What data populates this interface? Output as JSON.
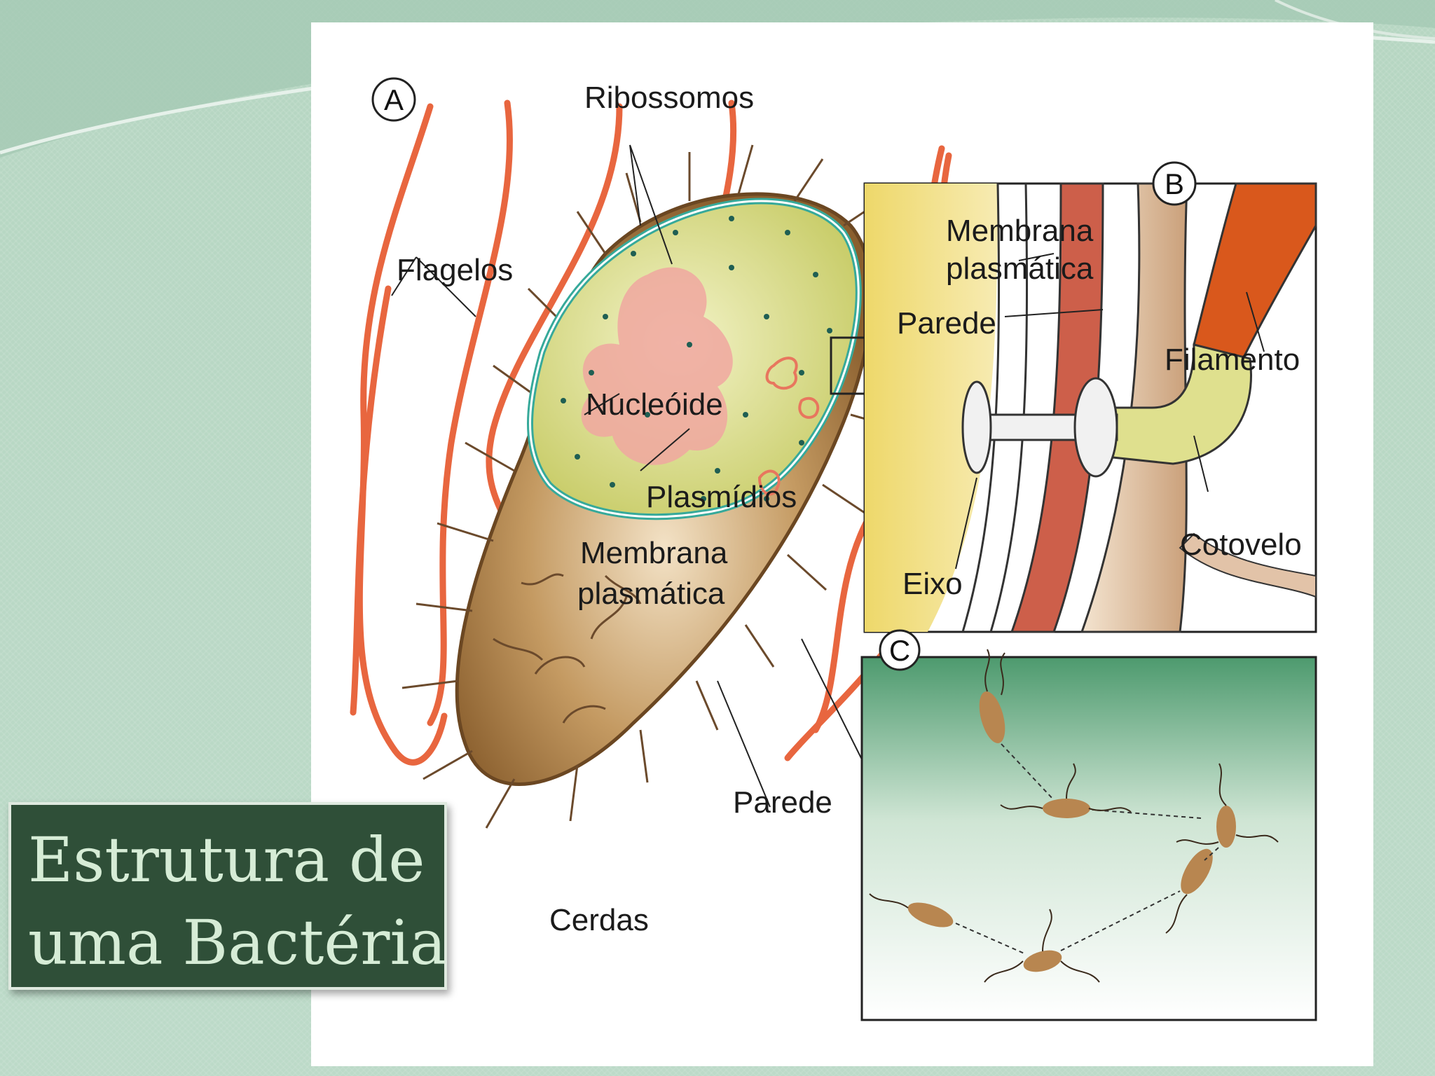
{
  "slide": {
    "title_line1": "Estrutura de",
    "title_line2": "uma Bactéria"
  },
  "figure": {
    "panel_a": {
      "marker": "A",
      "labels": {
        "ribossomos": "Ribossomos",
        "flagelos": "Flagelos",
        "nucleoide": "Nucleóide",
        "plasmidios": "Plasmídios",
        "membrana": "Membrana",
        "plasmatica": "plasmática",
        "parede": "Parede",
        "cerdas": "Cerdas"
      }
    },
    "panel_b": {
      "marker": "B",
      "labels": {
        "membrana": "Membrana",
        "plasmatica": "plasmática",
        "parede": "Parede",
        "filamento": "Filamento",
        "cotovelo": "Cotovelo",
        "eixo": "Eixo"
      }
    },
    "panel_c": {
      "marker": "C"
    }
  },
  "colors": {
    "flagellum": "#e8663f",
    "cell_body": "#b58a55",
    "cytoplasm": "#e3e59c",
    "nucleoid": "#f0a7a0",
    "membrane": "#36a99a",
    "title_bg": "#2f4f38",
    "title_text": "#d6ecd6"
  }
}
